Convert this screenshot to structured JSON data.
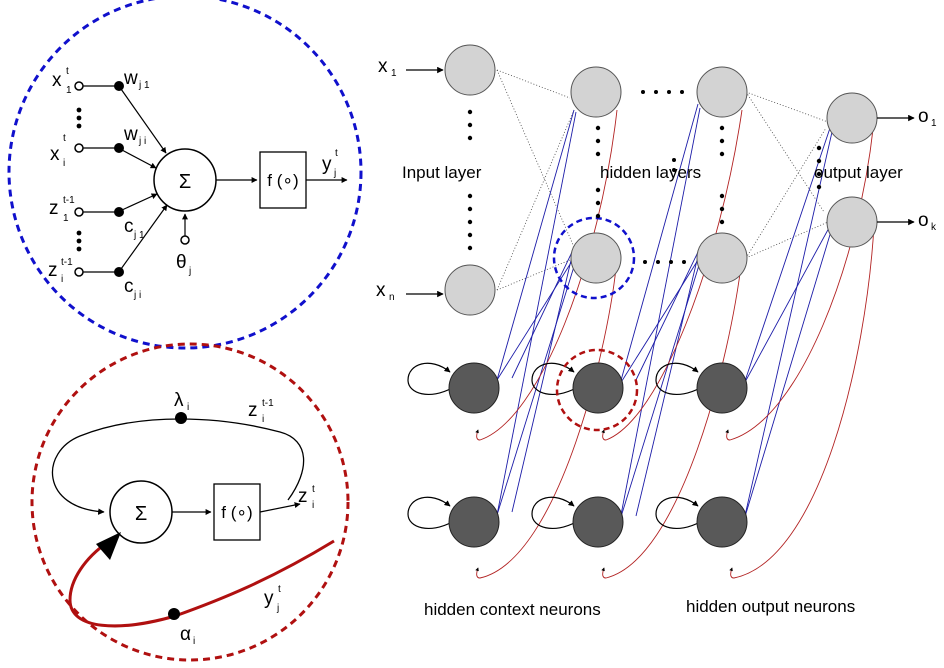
{
  "neuron_detail": {
    "inputs": {
      "x1": {
        "base": "x",
        "sup": "t",
        "sub": "1"
      },
      "xi": {
        "base": "x",
        "sup": "t",
        "sub": "i"
      },
      "z1": {
        "base": "z",
        "sup": "t-1",
        "sub": "1"
      },
      "zi": {
        "base": "z",
        "sup": "t-1",
        "sub": "i"
      }
    },
    "weights": {
      "wj1": {
        "base": "w",
        "sub": "j 1"
      },
      "wji": {
        "base": "w",
        "sub": "j i"
      },
      "cj1": {
        "base": "c",
        "sub": "j 1"
      },
      "cji": {
        "base": "c",
        "sub": "j i"
      }
    },
    "sum_symbol": "Σ",
    "activation": "f (∘)",
    "threshold": {
      "base": "θ",
      "sub": "j"
    },
    "output": {
      "base": "y",
      "sup": "t",
      "sub": "j"
    }
  },
  "context_detail": {
    "sum_symbol": "Σ",
    "activation": "f (∘)",
    "lambda": {
      "base": "λ",
      "sub": "i"
    },
    "z_prev": {
      "base": "z",
      "sup": "t-1",
      "sub": "i"
    },
    "z_out": {
      "base": "z",
      "sup": "t",
      "sub": "i"
    },
    "y_in": {
      "base": "y",
      "sup": "t",
      "sub": "j"
    },
    "alpha": {
      "base": "α",
      "sub": "i"
    }
  },
  "network": {
    "inputs": {
      "x1": {
        "base": "x",
        "sub": "1"
      },
      "xn": {
        "base": "x",
        "sub": "n"
      }
    },
    "outputs": {
      "o1": {
        "base": "o",
        "sub": "1"
      },
      "ok": {
        "base": "o",
        "sub": "k"
      }
    },
    "labels": {
      "input_layer": "Input layer",
      "hidden_layers": "hidden layers",
      "output_layer": "output layer",
      "hidden_context": "hidden context neurons",
      "hidden_output": "hidden output neurons"
    },
    "colors": {
      "input_neuron": "#d3d3d3",
      "context_neuron": "#595959",
      "blue_link": "#1c1ca8",
      "red_link": "#b22222",
      "neuron_circle_outline": "#1010cc",
      "context_circle_outline": "#b01010"
    }
  }
}
